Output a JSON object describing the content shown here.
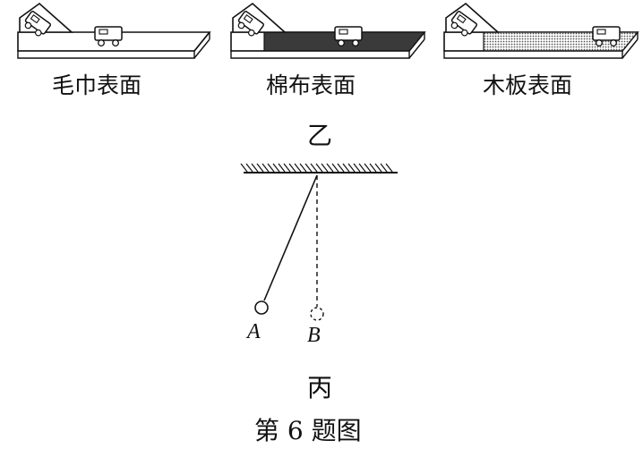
{
  "top_row": {
    "labels": [
      "毛巾表面",
      "棉布表面",
      "木板表面"
    ],
    "caption": "乙"
  },
  "pendulum": {
    "point_a": "A",
    "point_b": "B",
    "caption": "丙"
  },
  "figure_caption": "第 6 题图",
  "colors": {
    "ink": "#111111",
    "cotton_surface": "#3a3a3a",
    "board_surface": "#cfcfcf"
  }
}
